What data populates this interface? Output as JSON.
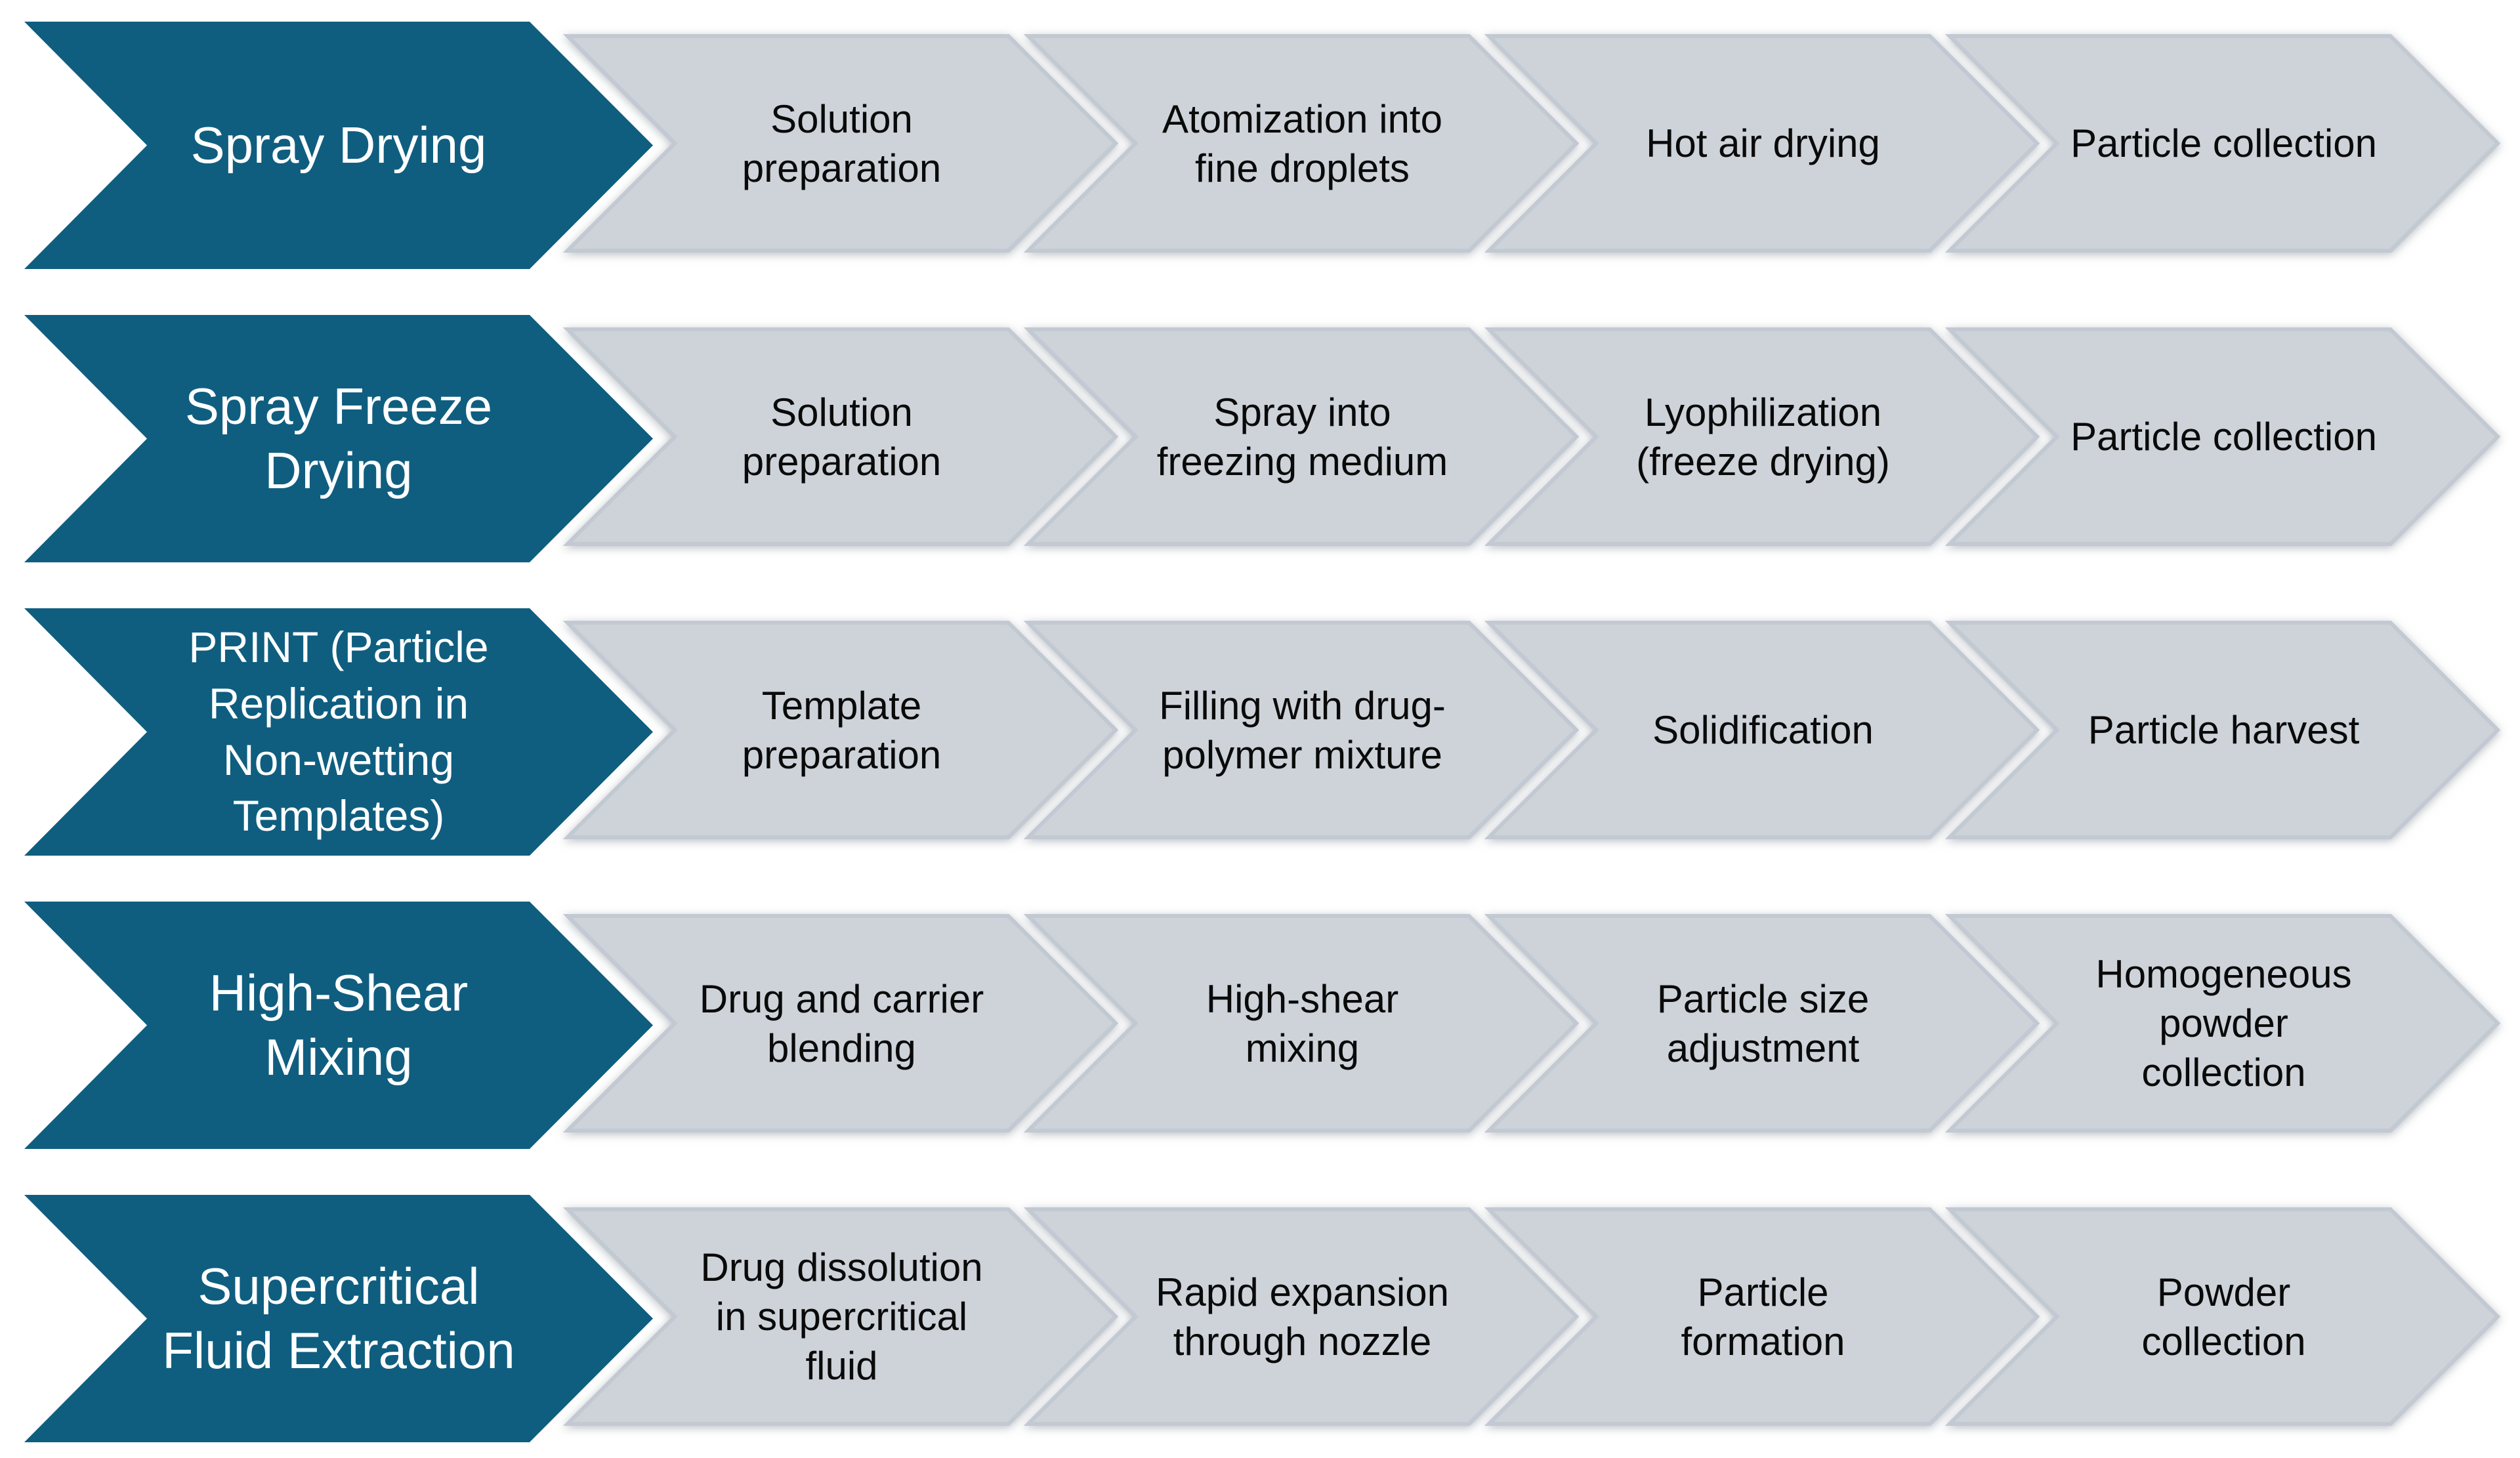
{
  "colors": {
    "method_fill": "#0F5E80",
    "step_fill": "#CDD3D9",
    "step_rim": "#C2C9D2",
    "method_text": "#FFFFFF",
    "step_text": "#0A0A0A",
    "background": "#FFFFFF"
  },
  "rows": [
    {
      "method": "Spray Drying",
      "steps": [
        "Solution\npreparation",
        "Atomization into\nfine droplets",
        "Hot air drying",
        "Particle collection"
      ]
    },
    {
      "method": "Spray Freeze\nDrying",
      "steps": [
        "Solution\npreparation",
        "Spray into\nfreezing medium",
        "Lyophilization\n(freeze drying)",
        "Particle collection"
      ]
    },
    {
      "method": "PRINT (Particle\nReplication in\nNon-wetting\nTemplates)",
      "steps": [
        "Template\npreparation",
        "Filling with drug-\npolymer mixture",
        "Solidification",
        "Particle harvest"
      ]
    },
    {
      "method": "High-Shear\nMixing",
      "steps": [
        "Drug and carrier\nblending",
        "High-shear\nmixing",
        "Particle size\nadjustment",
        "Homogeneous\npowder\ncollection"
      ]
    },
    {
      "method": "Supercritical\nFluid Extraction",
      "steps": [
        "Drug dissolution\nin supercritical\nfluid",
        "Rapid expansion\nthrough nozzle",
        "Particle\nformation",
        "Powder\ncollection"
      ]
    }
  ]
}
